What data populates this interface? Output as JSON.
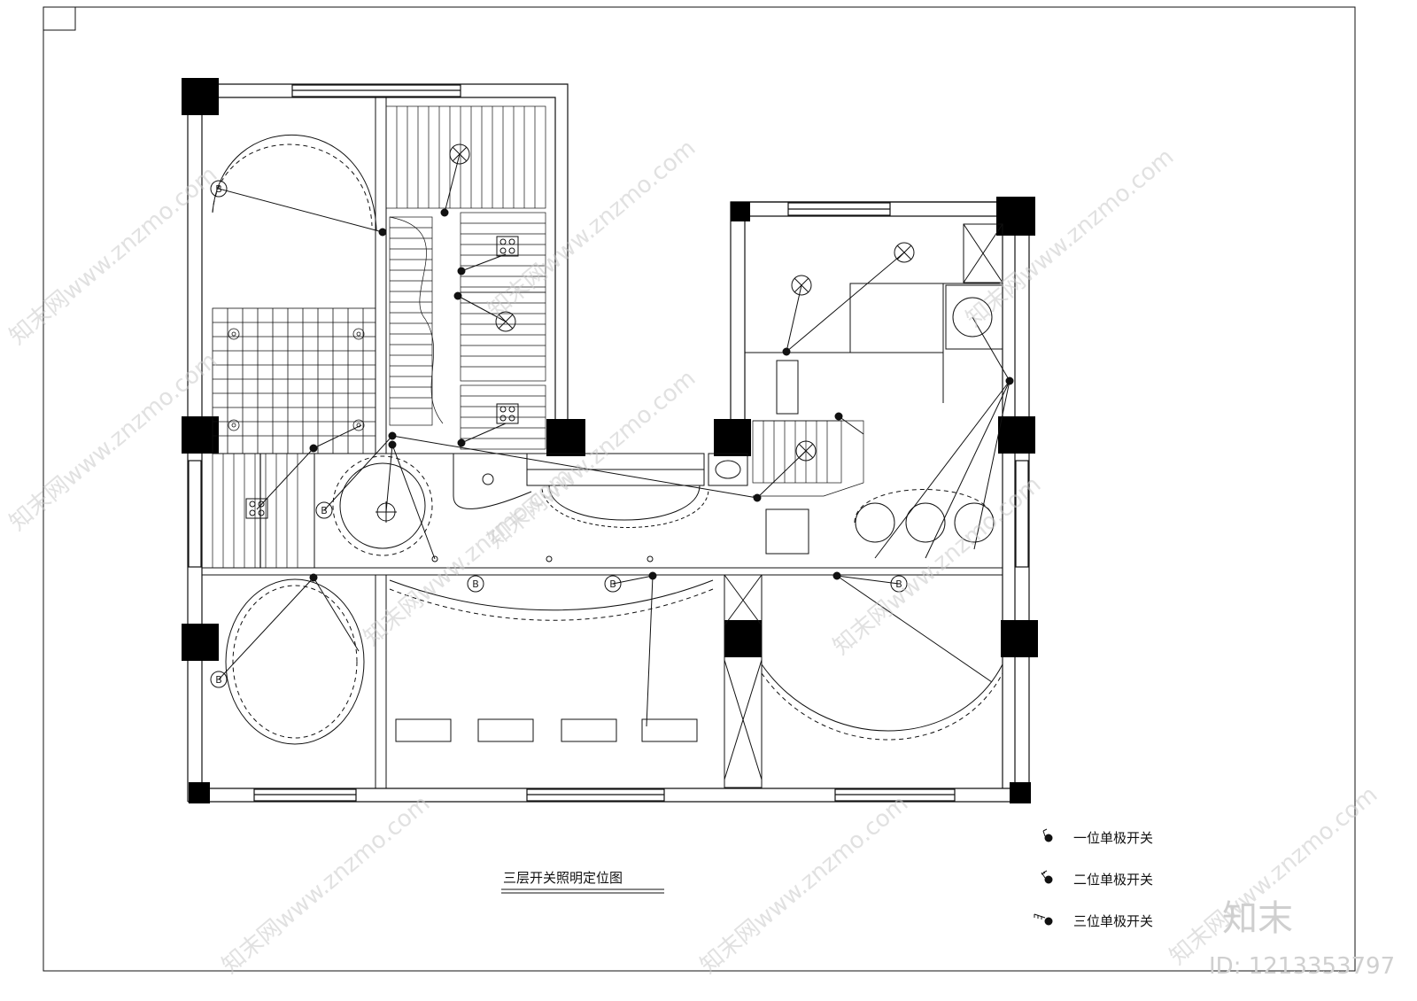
{
  "drawing": {
    "title": "三层开关照明定位图"
  },
  "legend": {
    "items": [
      {
        "symbol": "single-pole-switch-1-icon",
        "label": "一位单极开关"
      },
      {
        "symbol": "single-pole-switch-2-icon",
        "label": "二位单极开关"
      },
      {
        "symbol": "single-pole-switch-3-icon",
        "label": "三位单极开关"
      }
    ]
  },
  "lamp_label": "B",
  "watermark": {
    "text": "知末网www.znzmo.com",
    "brand": "知末",
    "id": "ID: 1213353797"
  },
  "colors": {
    "line": "#111111",
    "column": "#000000",
    "watermark": "#c9c9c9"
  }
}
